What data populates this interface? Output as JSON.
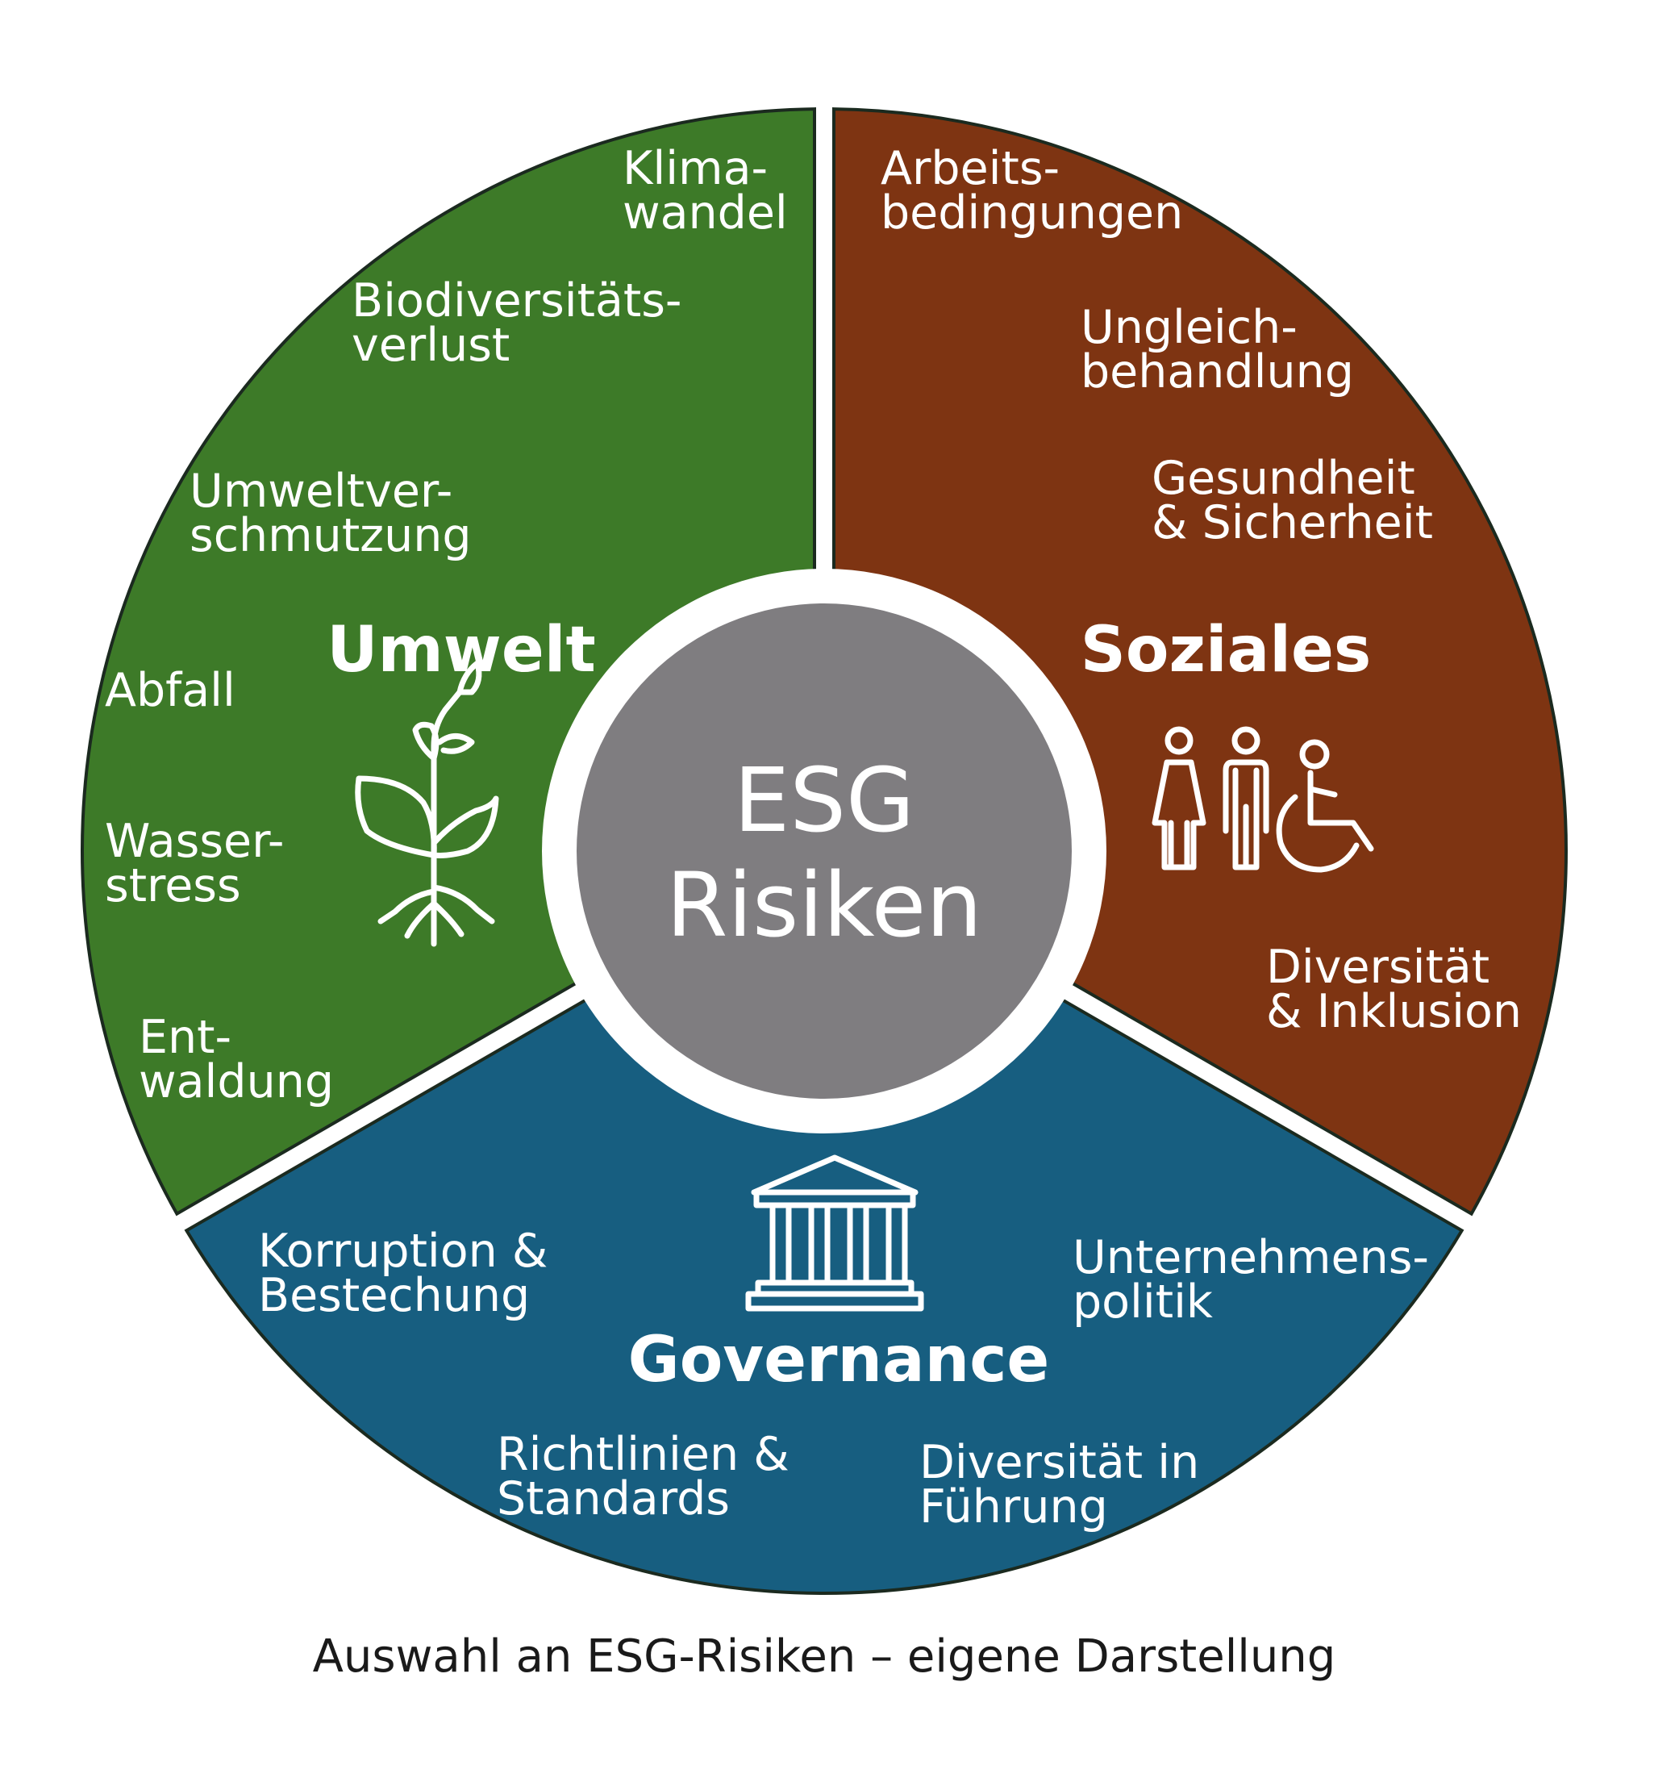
{
  "center": {
    "line1": "ESG",
    "line2": "Risiken"
  },
  "segments": {
    "umwelt": {
      "title": "Umwelt",
      "color": "#3d7a28",
      "icon": "plant-icon",
      "items": [
        [
          "Klima-",
          "wandel"
        ],
        [
          "Biodiversitäts-",
          "verlust"
        ],
        [
          "Umweltver-",
          "schmutzung"
        ],
        [
          "Abfall"
        ],
        [
          "Wasser-",
          "stress"
        ],
        [
          "Ent-",
          "waldung"
        ]
      ]
    },
    "soziales": {
      "title": "Soziales",
      "color": "#7e3412",
      "icon": "people-icon",
      "items": [
        [
          "Arbeits-",
          "bedingungen"
        ],
        [
          "Ungleich-",
          "behandlung"
        ],
        [
          "Gesundheit",
          "& Sicherheit"
        ],
        [
          "Diversität",
          "& Inklusion"
        ]
      ]
    },
    "governance": {
      "title": "Governance",
      "color": "#175e80",
      "icon": "institution-icon",
      "items": [
        [
          "Korruption &",
          "Bestechung"
        ],
        [
          "Unternehmens-",
          "politik"
        ],
        [
          "Richtlinien &",
          "Standards"
        ],
        [
          "Diversität in",
          "Führung"
        ]
      ]
    }
  },
  "center_color": "#7f7d80",
  "caption": "Auswahl an ESG-Risiken – eigene Darstellung"
}
